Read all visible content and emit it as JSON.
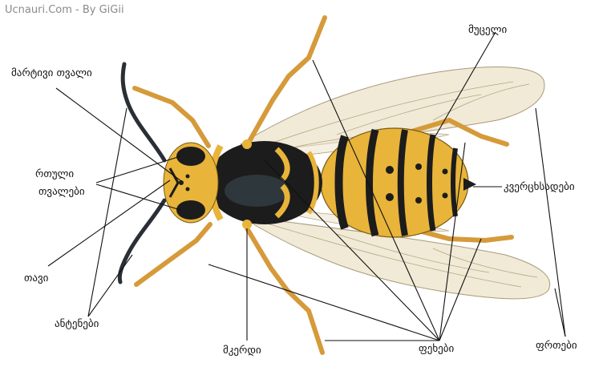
{
  "watermark": "Ucnauri.Com  -  By  GiGii",
  "labels": {
    "simple_eye": "მარტივი თვალი",
    "compound_eyes_line1": "რთული",
    "compound_eyes_line2": "თვალები",
    "head": "თავი",
    "antennae": "ანტენები",
    "thorax": "მკერდი",
    "legs": "ფეხები",
    "wings": "ფრთები",
    "abdomen": "მუცელი",
    "spiracles": "კვერცხსადები"
  },
  "colors": {
    "body_yellow": "#e8b43a",
    "body_black": "#1c1c1c",
    "wing_fill": "#efe6cf",
    "leg_color": "#d69a3a",
    "line_color": "#111111"
  }
}
